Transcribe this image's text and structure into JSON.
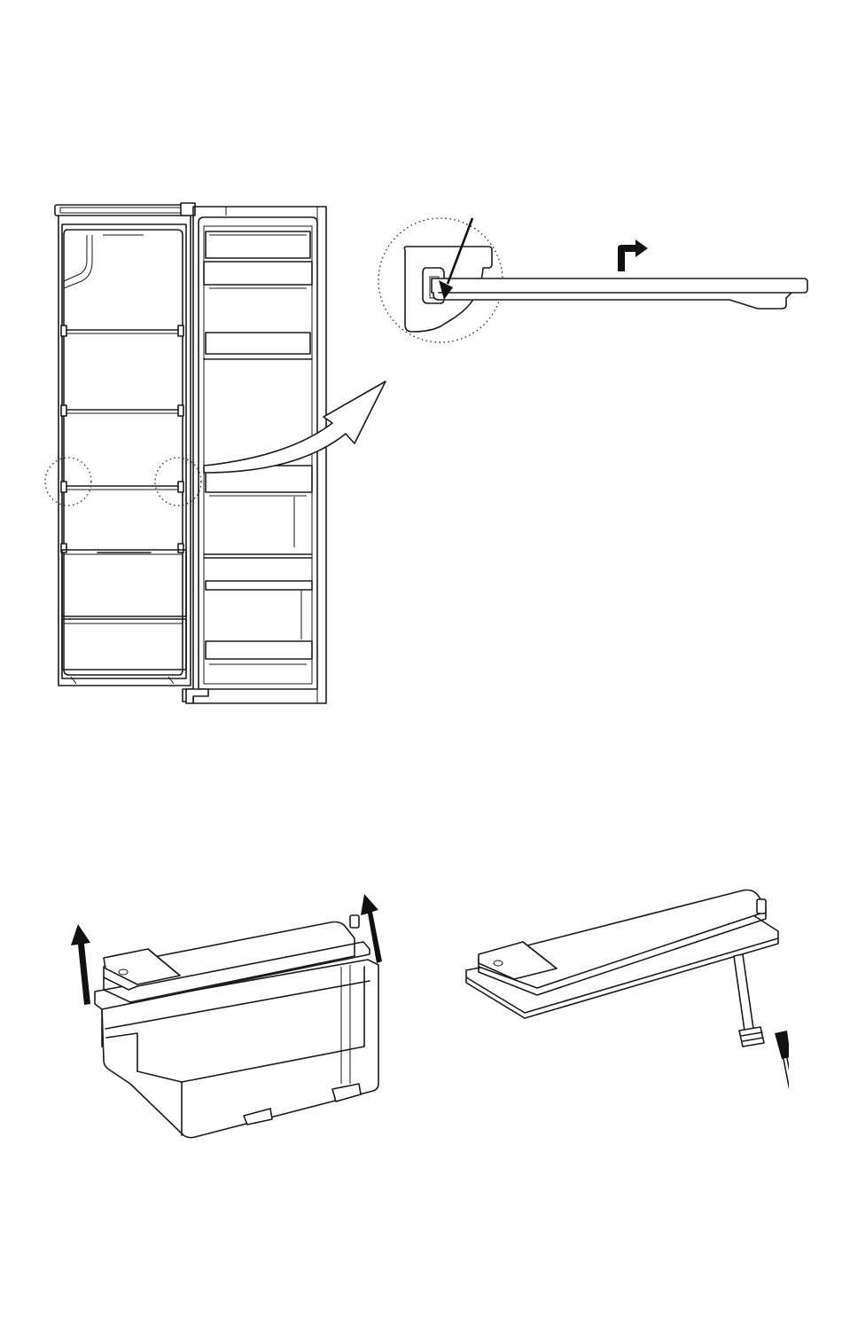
{
  "figures": [
    {
      "id": "fridge-open-view",
      "icon": "refrigerator-open-door-icon"
    },
    {
      "id": "shelf-clip-detail",
      "icon": "shelf-support-clip-icon"
    },
    {
      "id": "water-tank-lift",
      "icon": "water-tank-icon"
    },
    {
      "id": "tank-lid-cleaning",
      "icon": "tank-lid-brush-icon"
    }
  ],
  "colors": {
    "line": "#1a1a1a",
    "background": "#ffffff"
  }
}
